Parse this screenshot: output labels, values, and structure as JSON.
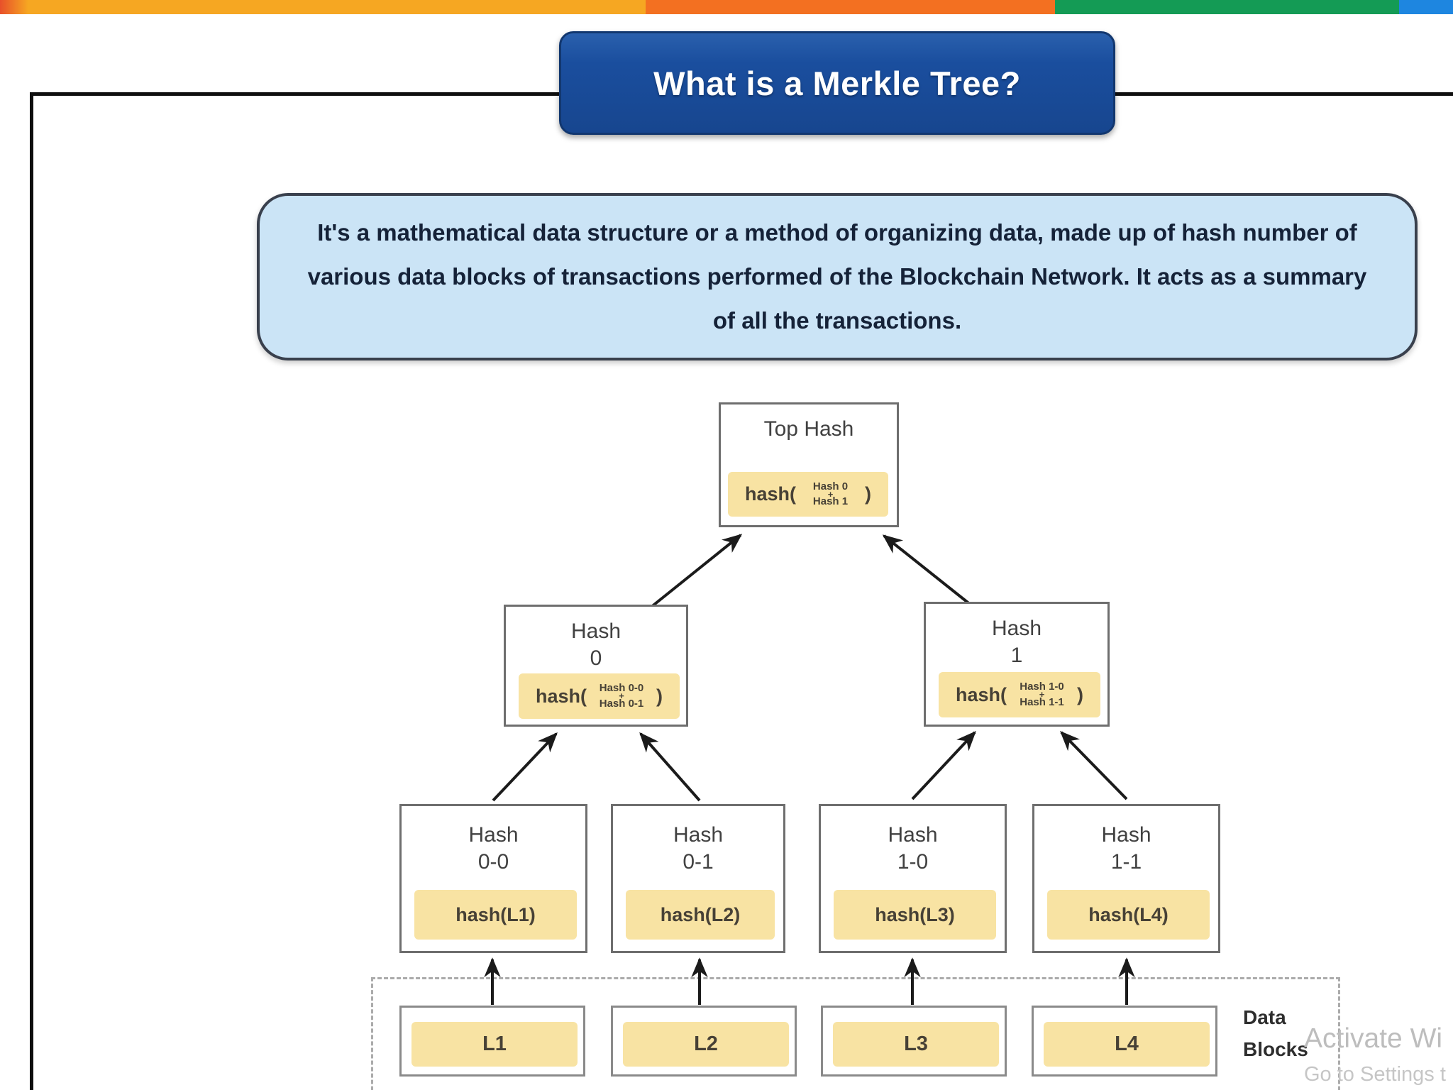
{
  "header": {
    "title": "What is a Merkle Tree?"
  },
  "description": {
    "text": "It's a mathematical data structure or a method of organizing data, made up of hash number of various data blocks of transactions performed of the Blockchain Network. It acts as a summary of all the transactions."
  },
  "tree": {
    "root": {
      "title": "Top Hash",
      "formula": {
        "prefix": "hash(",
        "operand_top": "Hash 0",
        "operator": "+",
        "operand_bottom": "Hash 1",
        "suffix": ")"
      }
    },
    "level2": [
      {
        "title_line1": "Hash",
        "title_line2": "0",
        "formula": {
          "prefix": "hash(",
          "operand_top": "Hash 0-0",
          "operator": "+",
          "operand_bottom": "Hash 0-1",
          "suffix": ")"
        }
      },
      {
        "title_line1": "Hash",
        "title_line2": "1",
        "formula": {
          "prefix": "hash(",
          "operand_top": "Hash 1-0",
          "operator": "+",
          "operand_bottom": "Hash 1-1",
          "suffix": ")"
        }
      }
    ],
    "level3": [
      {
        "title_line1": "Hash",
        "title_line2": "0-0",
        "hash_label": "hash(L1)"
      },
      {
        "title_line1": "Hash",
        "title_line2": "0-1",
        "hash_label": "hash(L2)"
      },
      {
        "title_line1": "Hash",
        "title_line2": "1-0",
        "hash_label": "hash(L3)"
      },
      {
        "title_line1": "Hash",
        "title_line2": "1-1",
        "hash_label": "hash(L4)"
      }
    ],
    "leaves": [
      {
        "label": "L1"
      },
      {
        "label": "L2"
      },
      {
        "label": "L3"
      },
      {
        "label": "L4"
      }
    ],
    "data_blocks_caption": {
      "line1": "Data",
      "line2": "Blocks"
    }
  },
  "watermark": {
    "line1": "Activate Wi",
    "line2": "Go to Settings t"
  },
  "colors": {
    "bar_amber": "#F6A722",
    "bar_orange": "#F37021",
    "bar_green": "#149B55",
    "bar_blue": "#1E86E0",
    "bar_red_accent": "#E8502A",
    "title_box_bg": "#1A4E9E",
    "description_bg": "#CBE4F6",
    "description_border": "#39404D",
    "highlight_yellow": "#F8E3A3",
    "node_border": "#6E6E6E",
    "frame_black": "#0E0E0E",
    "arrow_black": "#1B1B1B",
    "watermark_gray": "#BDBDBD"
  }
}
